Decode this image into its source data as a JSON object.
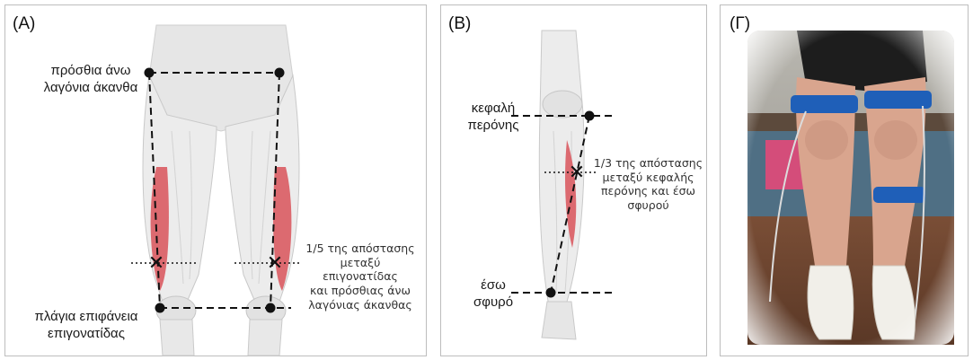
{
  "panels": [
    {
      "label": "(A)"
    },
    {
      "label": "(B)"
    },
    {
      "label": "(Γ)"
    }
  ],
  "panel_a": {
    "landmark_top": "πρόσθια άνω λαγόνια άκανθα",
    "landmark_top_l1": "πρόσθια άνω",
    "landmark_top_l2": "λαγόνια άκανθα",
    "annotation_l1": "1/5 της απόστασης",
    "annotation_l2": "μεταξύ επιγονατίδας",
    "annotation_l3": "και πρόσθιας άνω",
    "annotation_l4": "λαγόνιας άκανθας",
    "landmark_bottom_l1": "πλάγια επιφάνεια",
    "landmark_bottom_l2": "επιγονατίδας"
  },
  "panel_b": {
    "landmark_top_l1": "κεφαλή",
    "landmark_top_l2": "περόνης",
    "annotation_l1": "1/3 της απόστασης",
    "annotation_l2": "μεταξύ κεφαλής",
    "annotation_l3": "περόνης και έσω",
    "annotation_l4": "σφυρού",
    "landmark_bottom_l1": "έσω",
    "landmark_bottom_l2": "σφυρό"
  },
  "colors": {
    "muscle_highlight": "#d9545a",
    "strap": "#1f5fb8",
    "line": "#111111"
  },
  "icons": [
    "electrode-marker-x",
    "landmark-dot"
  ]
}
